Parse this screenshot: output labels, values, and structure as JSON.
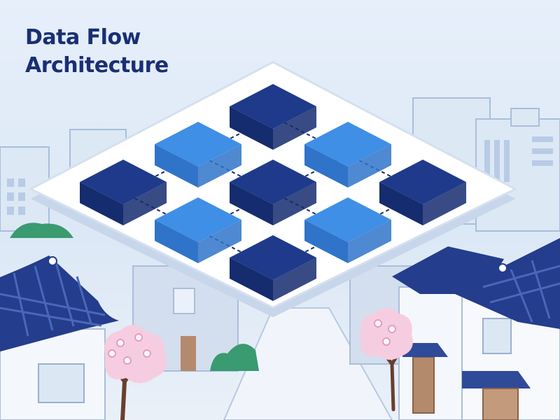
{
  "title": {
    "line1": "Data Flow",
    "line2": "Architecture"
  },
  "colors": {
    "background": "#e4eef9",
    "node_dark_top": "#1f3a8a",
    "node_dark_side": "#152c6e",
    "node_light_top": "#3f8fe6",
    "node_light_side": "#2f74c9",
    "platform": "#ffffff",
    "roof": "#243d8c",
    "blossom": "#f6cde0",
    "tree_trunk": "#6a3e2e",
    "shrub": "#3a9a70"
  },
  "grid": {
    "nodes": [
      {
        "id": "top",
        "row": 0,
        "col": 0,
        "tone": "dark"
      },
      {
        "id": "upper-left",
        "row": 1,
        "col": 0,
        "tone": "light"
      },
      {
        "id": "upper-right",
        "row": 0,
        "col": 1,
        "tone": "light"
      },
      {
        "id": "left",
        "row": 2,
        "col": 0,
        "tone": "dark"
      },
      {
        "id": "center",
        "row": 1,
        "col": 1,
        "tone": "dark"
      },
      {
        "id": "right",
        "row": 0,
        "col": 2,
        "tone": "dark"
      },
      {
        "id": "lower-left",
        "row": 2,
        "col": 1,
        "tone": "light"
      },
      {
        "id": "lower-right",
        "row": 1,
        "col": 2,
        "tone": "light"
      },
      {
        "id": "bottom",
        "row": 2,
        "col": 2,
        "tone": "dark"
      }
    ],
    "connections": [
      [
        "top",
        "upper-left"
      ],
      [
        "top",
        "upper-right"
      ],
      [
        "upper-left",
        "left"
      ],
      [
        "upper-left",
        "center"
      ],
      [
        "upper-right",
        "center"
      ],
      [
        "upper-right",
        "right"
      ],
      [
        "left",
        "lower-left"
      ],
      [
        "center",
        "lower-left"
      ],
      [
        "center",
        "lower-right"
      ],
      [
        "right",
        "lower-right"
      ],
      [
        "lower-left",
        "bottom"
      ],
      [
        "lower-right",
        "bottom"
      ]
    ]
  }
}
